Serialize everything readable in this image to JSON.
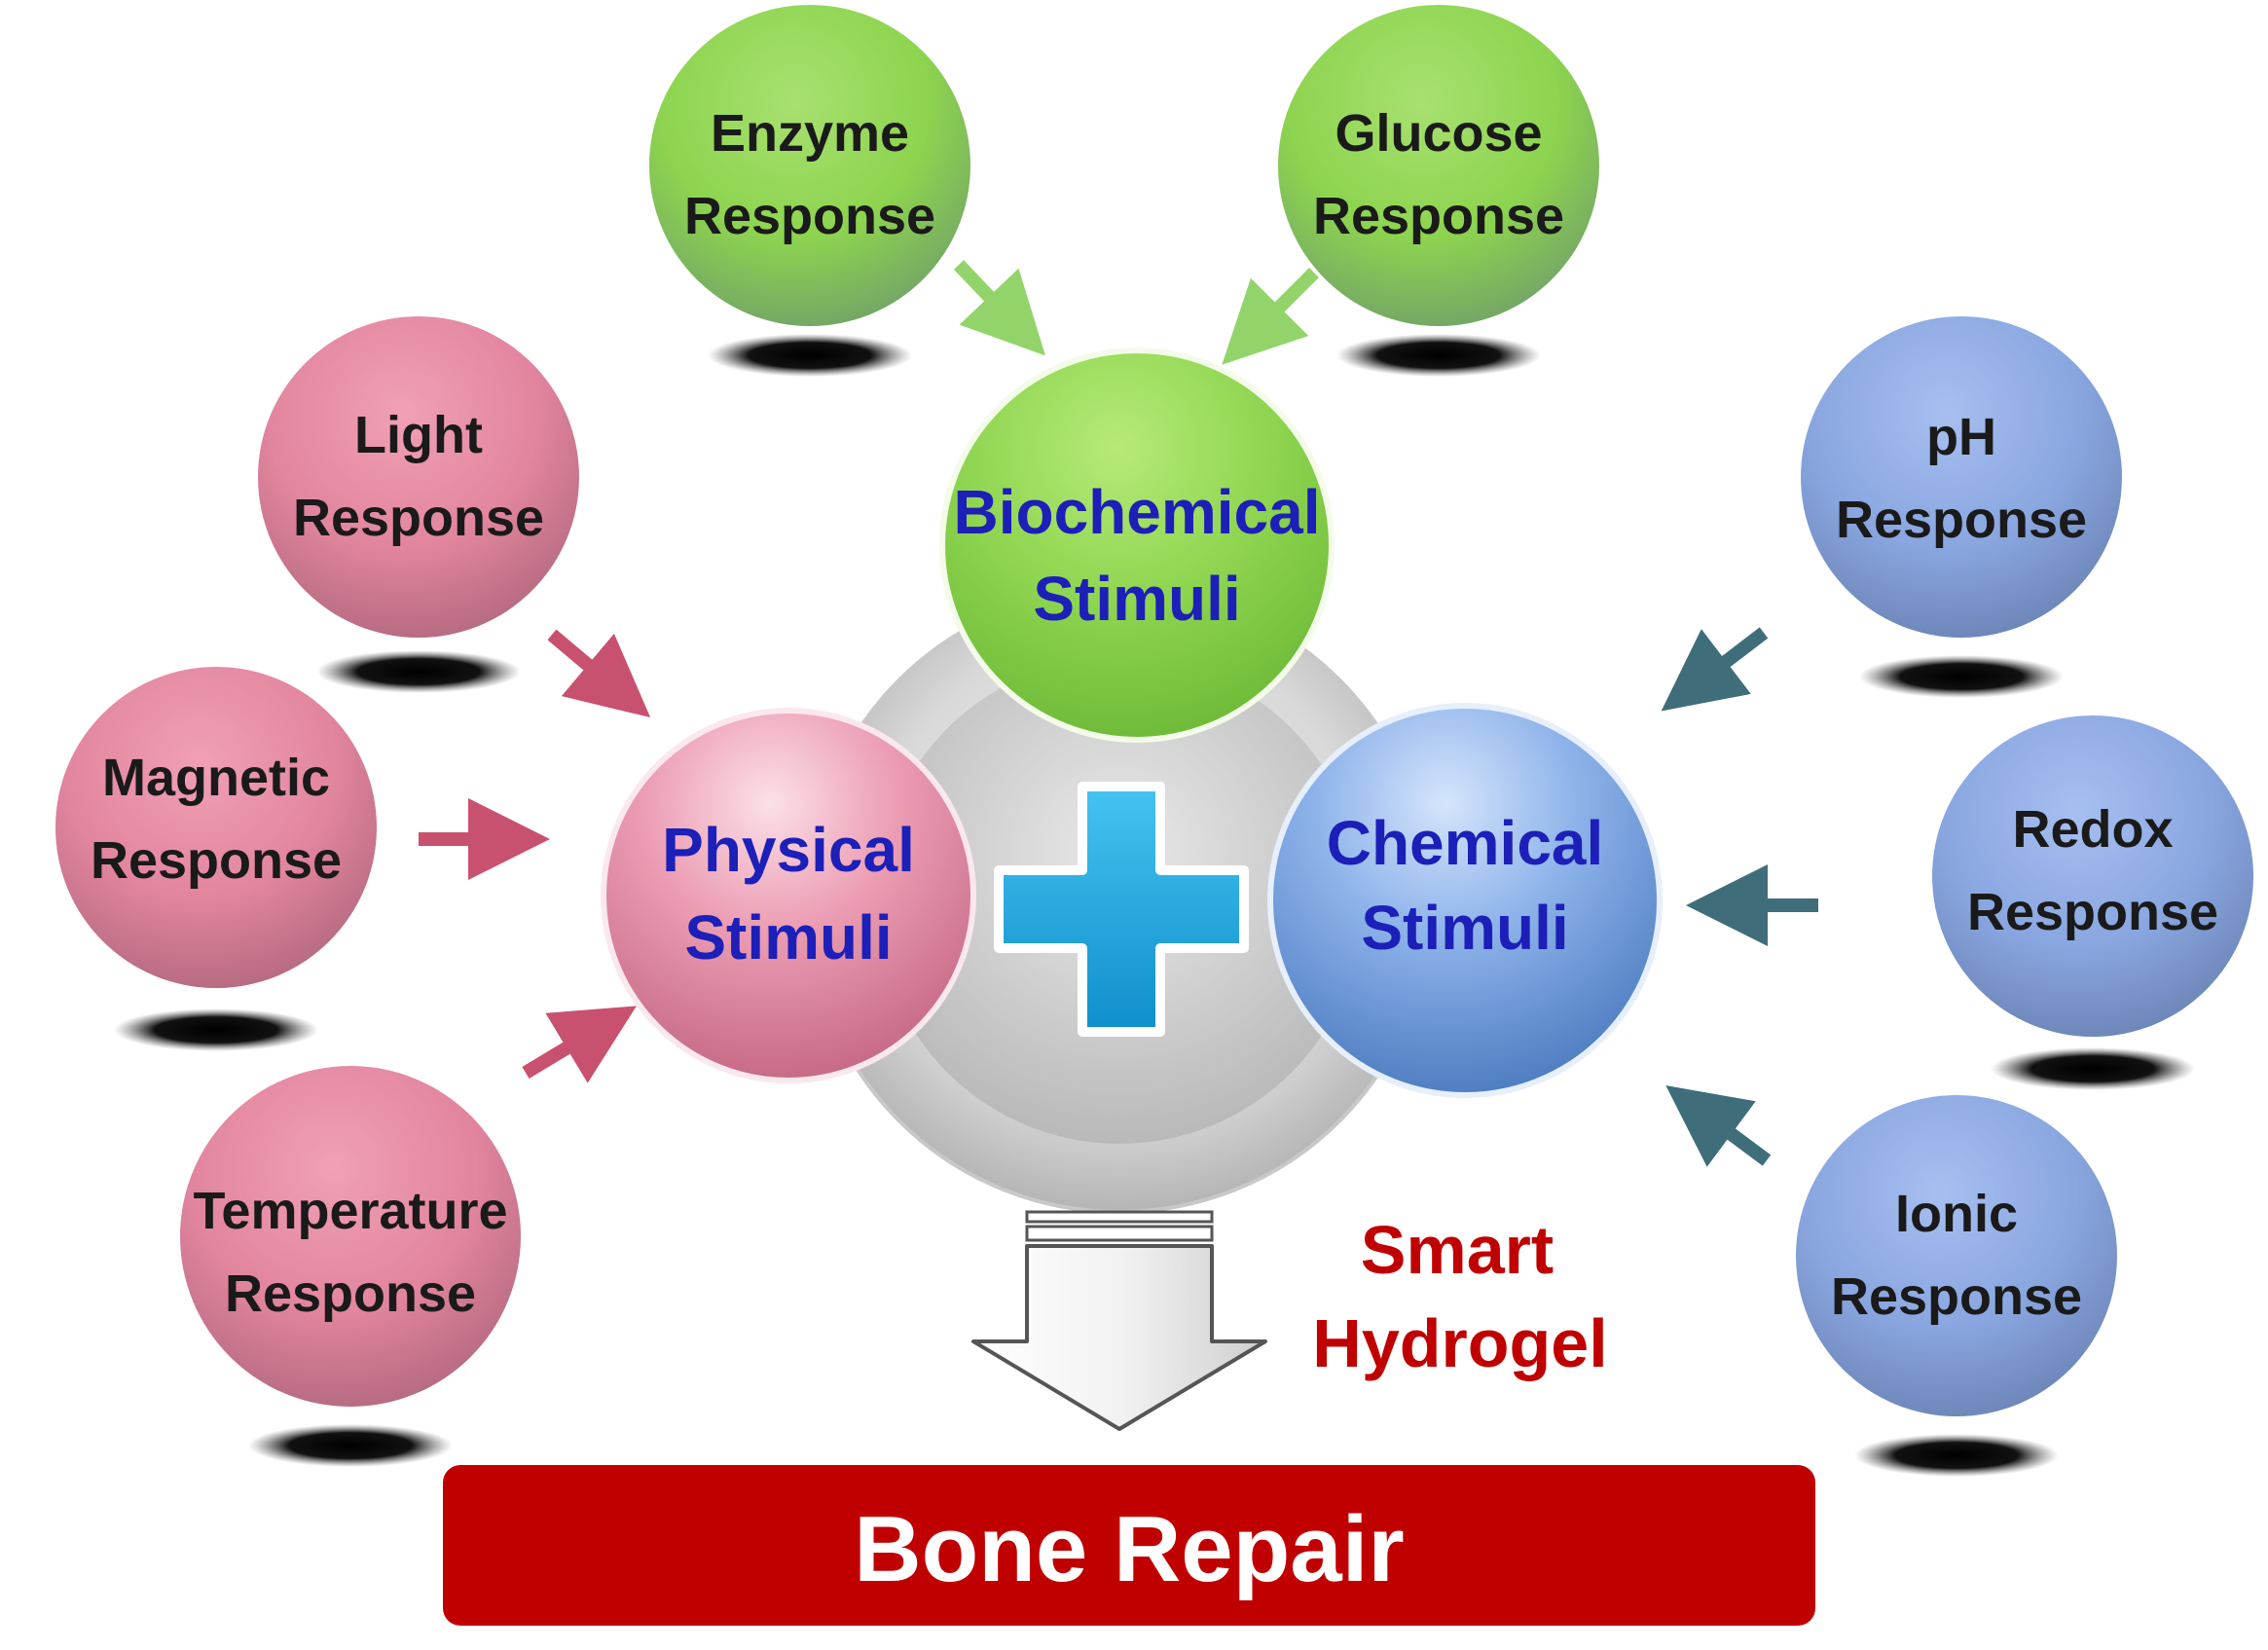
{
  "colors": {
    "green": "#8dd44f",
    "pink": "#e07a95",
    "blue": "#7f9fdb",
    "plus": "#1aa7e0",
    "red_banner": "#c00000",
    "physical_arrow": "#c95170",
    "biochemical_arrow": "#93d46a",
    "chemical_arrow": "#3f6e7a"
  },
  "center": {
    "biochemical": {
      "line1": "Biochemical",
      "line2": "Stimuli"
    },
    "physical": {
      "line1": "Physical",
      "line2": "Stimuli"
    },
    "chemical": {
      "line1": "Chemical",
      "line2": "Stimuli"
    },
    "plus_icon": "plus-icon"
  },
  "biochemical_responses": [
    {
      "line1": "Enzyme",
      "line2": "Response"
    },
    {
      "line1": "Glucose",
      "line2": "Response"
    }
  ],
  "physical_responses": [
    {
      "line1": "Light",
      "line2": "Response"
    },
    {
      "line1": "Magnetic",
      "line2": "Response"
    },
    {
      "line1": "Temperature",
      "line2": "Response"
    }
  ],
  "chemical_responses": [
    {
      "line1": "pH",
      "line2": "Response"
    },
    {
      "line1": "Redox",
      "line2": "Response"
    },
    {
      "line1": "Ionic",
      "line2": "Response"
    }
  ],
  "outcome": {
    "label_line1": "Smart",
    "label_line2": "Hydrogel",
    "banner": "Bone Repair"
  }
}
